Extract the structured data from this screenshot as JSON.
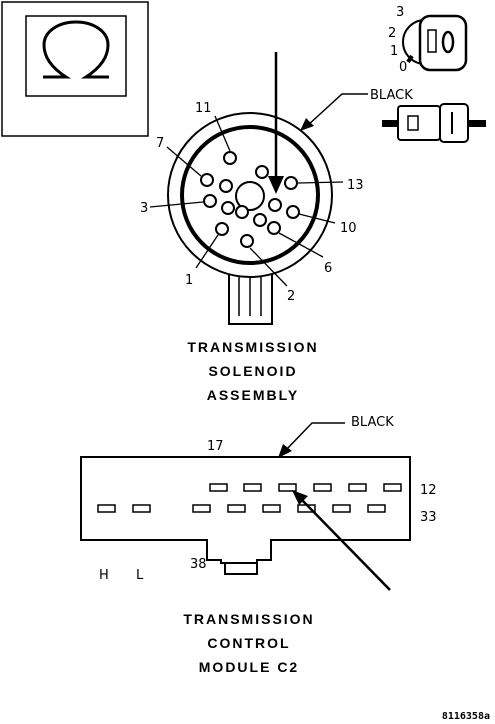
{
  "solenoid": {
    "color_label": "BLACK",
    "pins": [
      "11",
      "7",
      "3",
      "1",
      "2",
      "6",
      "10",
      "13"
    ],
    "title_lines": [
      "TRANSMISSION",
      "SOLENOID",
      "ASSEMBLY"
    ]
  },
  "ignition": {
    "positions": [
      "3",
      "2",
      "1",
      "0"
    ]
  },
  "tcm": {
    "color_label": "BLACK",
    "pins": {
      "top_left": "17",
      "top_right": "12",
      "bottom_right": "33",
      "bottom_left": "38"
    },
    "terminals": {
      "h": "H",
      "l": "L"
    },
    "title_lines": [
      "TRANSMISSION",
      "CONTROL",
      "MODULE C2"
    ]
  },
  "figure_id": "8116358a",
  "icons": [
    "ohm-symbol-icon",
    "ignition-key-icon",
    "connector-icon"
  ]
}
